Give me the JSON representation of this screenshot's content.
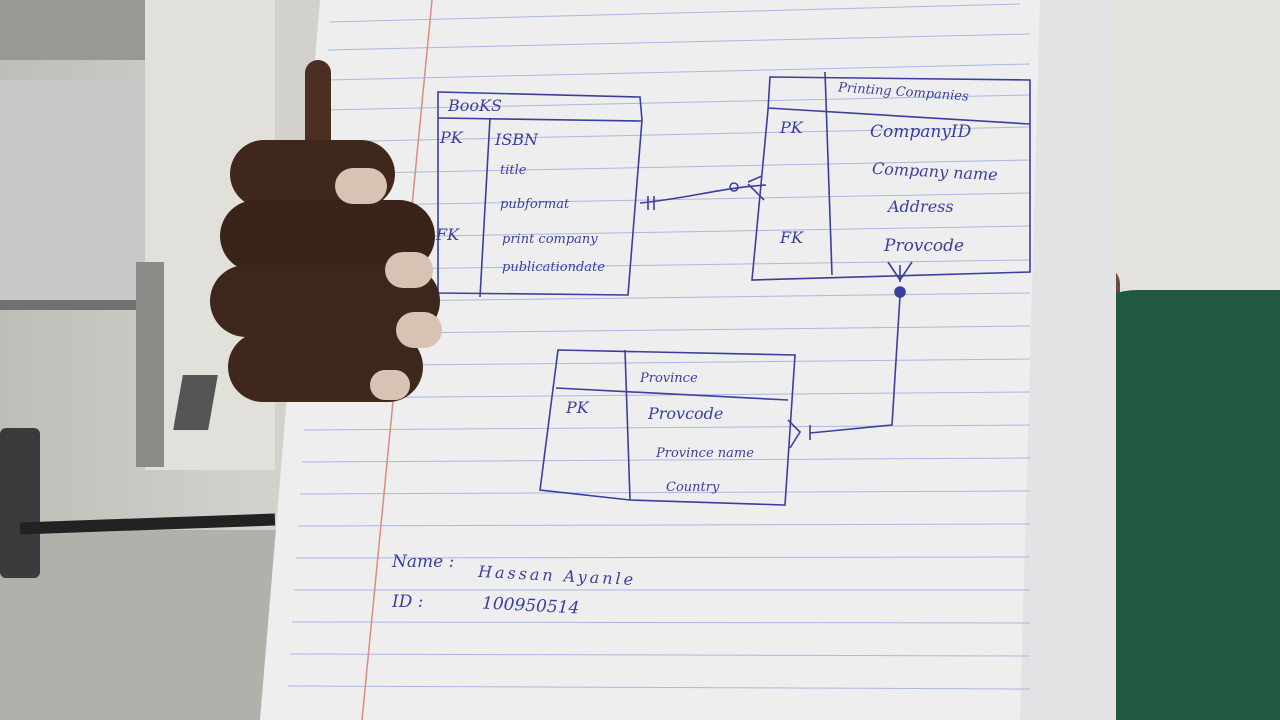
{
  "photo": {
    "paper_color": "#eeeeef",
    "ink_color": "#3a3f9e",
    "margin_line_color": "#d98b84",
    "rule_line_color": "#a9b8dd"
  },
  "erd": {
    "books": {
      "title": "BooKS",
      "keys": {
        "pk": "PK",
        "fk": "FK"
      },
      "fields": [
        "ISBN",
        "title",
        "pubformat",
        "print company",
        "publicationdate"
      ]
    },
    "printing": {
      "title": "Printing Companies",
      "keys": {
        "pk": "PK",
        "fk": "FK"
      },
      "fields": [
        "CompanyID",
        "Company name",
        "Address",
        "Provcode"
      ]
    },
    "province": {
      "title": "Province",
      "keys": {
        "pk": "PK"
      },
      "fields": [
        "Provcode",
        "Province name",
        "Country"
      ]
    }
  },
  "signature": {
    "name_label": "Name :",
    "name_value": "Hassan Ayanle",
    "id_label": "ID :",
    "id_value": "100950514"
  }
}
